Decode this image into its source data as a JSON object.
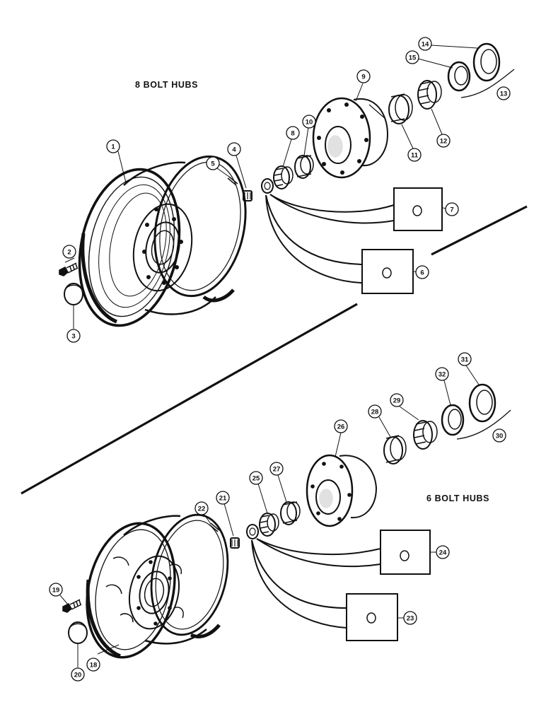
{
  "sections": {
    "eight_bolt": {
      "title": "8 BOLT HUBS"
    },
    "six_bolt": {
      "title": "6 BOLT HUBS"
    }
  },
  "callouts": {
    "c1": "1",
    "c2": "2",
    "c3": "3",
    "c4": "4",
    "c5": "5",
    "c6": "6",
    "c7": "7",
    "c8": "8",
    "c9": "9",
    "c10": "10",
    "c11": "11",
    "c12": "12",
    "c13": "13",
    "c14": "14",
    "c15": "15",
    "c18": "18",
    "c19": "19",
    "c20": "20",
    "c21": "21",
    "c22": "22",
    "c23": "23",
    "c24": "24",
    "c25": "25",
    "c26": "26",
    "c27": "27",
    "c28": "28",
    "c29": "29",
    "c30": "30",
    "c31": "31",
    "c32": "32"
  },
  "colors": {
    "ink": "#111111",
    "paper": "#ffffff"
  }
}
